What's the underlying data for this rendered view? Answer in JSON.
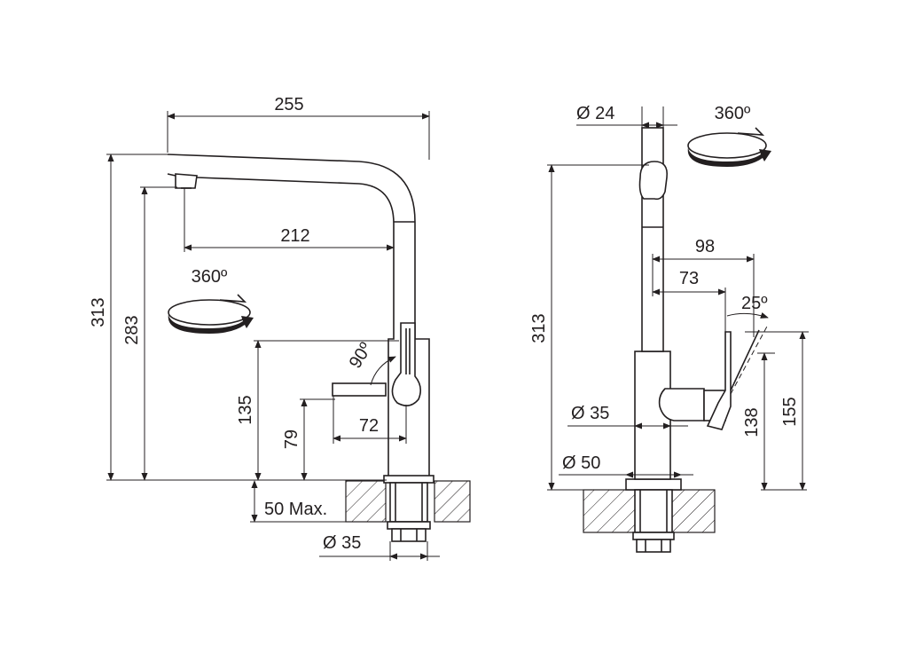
{
  "front_view": {
    "width_255": "255",
    "reach_212": "212",
    "height_313": "313",
    "height_283": "283",
    "height_135": "135",
    "height_79": "79",
    "lever_72": "72",
    "lever_angle": "90º",
    "rotation": "360º",
    "deck_thickness": "50 Max.",
    "shank_diameter": "Ø 35"
  },
  "side_view": {
    "spout_diameter": "Ø 24",
    "rotation": "360º",
    "height_313": "313",
    "offset_98": "98",
    "offset_73": "73",
    "lever_angle": "25º",
    "body_diameter": "Ø 35",
    "base_diameter": "Ø 50",
    "height_138": "138",
    "height_155": "155"
  },
  "colors": {
    "line": "#231f20",
    "background": "#ffffff"
  }
}
